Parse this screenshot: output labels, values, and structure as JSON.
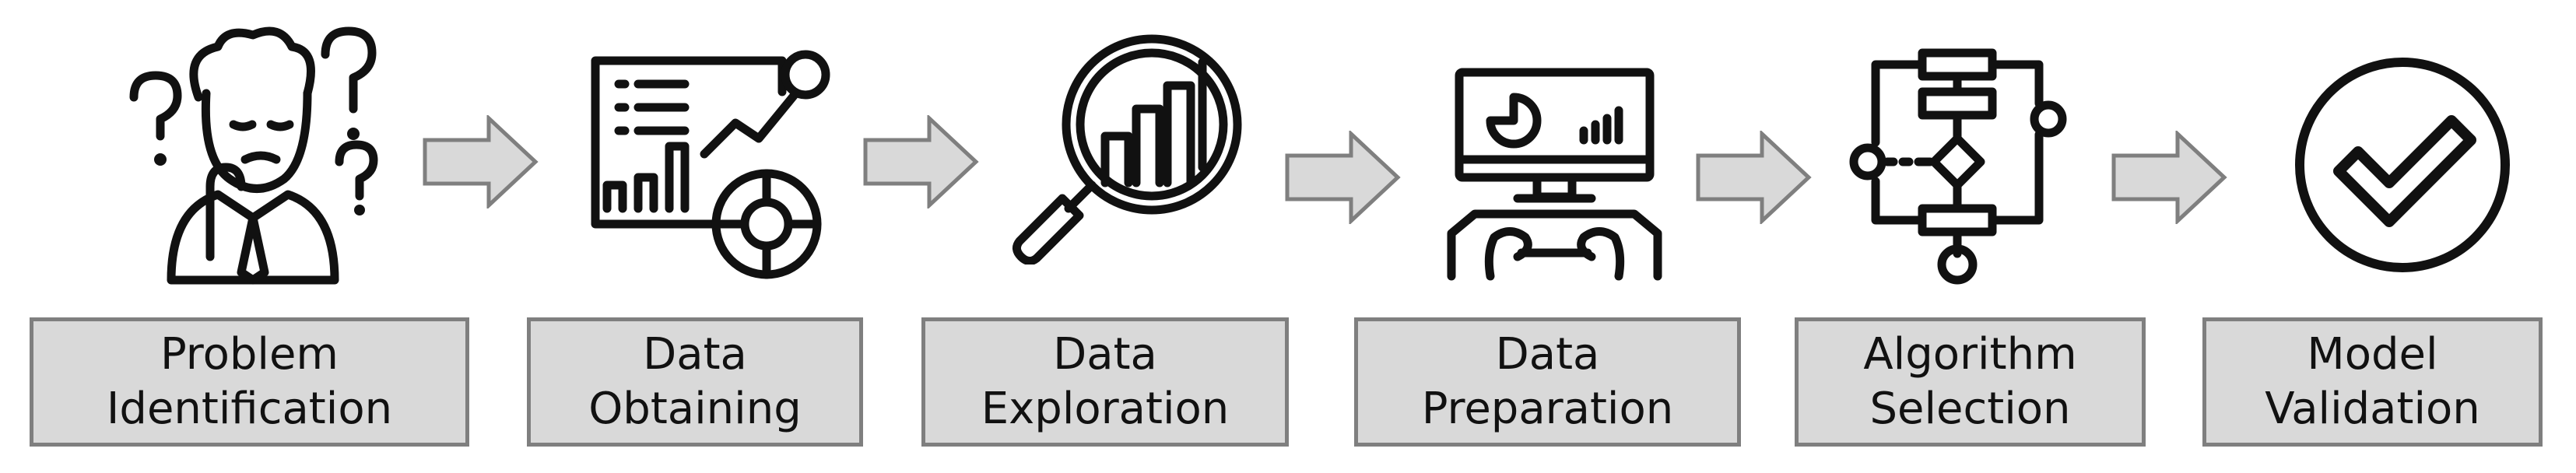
{
  "steps": [
    {
      "icon": "confused-person-icon",
      "line1": "Problem",
      "line2": "Identification"
    },
    {
      "icon": "dashboard-chart-icon",
      "line1": "Data",
      "line2": "Obtaining"
    },
    {
      "icon": "magnifier-chart-icon",
      "line1": "Data",
      "line2": "Exploration"
    },
    {
      "icon": "computer-keyboard-icon",
      "line1": "Data",
      "line2": "Preparation"
    },
    {
      "icon": "flowchart-icon",
      "line1": "Algorithm",
      "line2": "Selection"
    },
    {
      "icon": "checkmark-circle-icon",
      "line1": "Model",
      "line2": "Validation"
    }
  ],
  "colors": {
    "box_fill": "#d9d9d9",
    "box_border": "#7f7f7f",
    "ink": "#111111"
  }
}
